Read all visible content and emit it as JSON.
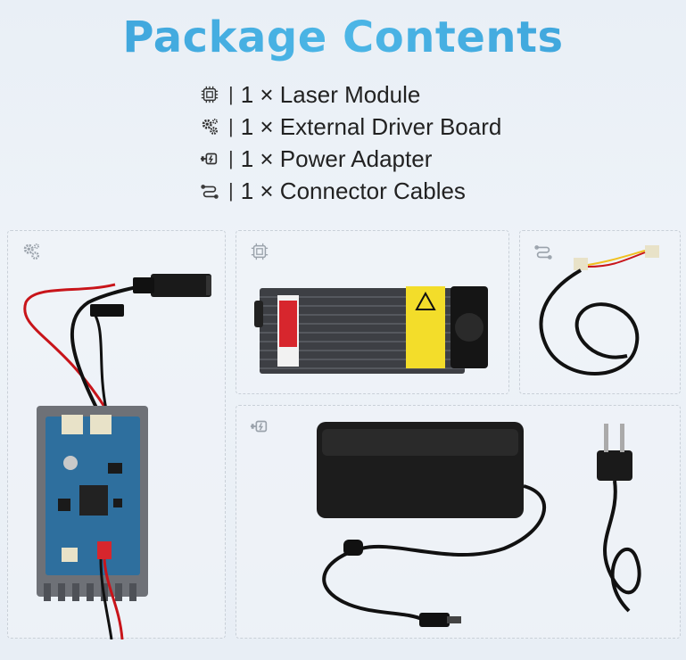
{
  "title": "Package Contents",
  "items": [
    {
      "icon": "chip-icon",
      "separator": "|",
      "label": "1 × Laser Module"
    },
    {
      "icon": "gears-icon",
      "separator": "|",
      "label": "1 × External Driver Board"
    },
    {
      "icon": "power-plug-icon",
      "separator": "|",
      "label": "1 × Power Adapter"
    },
    {
      "icon": "cable-icon",
      "separator": "|",
      "label": "1 × Connector Cables"
    }
  ],
  "panels": [
    {
      "name": "driver-board-panel",
      "icon": "gears-icon"
    },
    {
      "name": "laser-module-panel",
      "icon": "chip-icon"
    },
    {
      "name": "connector-cables-panel",
      "icon": "cable-icon"
    },
    {
      "name": "power-adapter-panel",
      "icon": "power-plug-icon"
    }
  ],
  "colors": {
    "title": "#3a9fd8",
    "text": "#222222",
    "panel_border": "#c9d0d8"
  }
}
